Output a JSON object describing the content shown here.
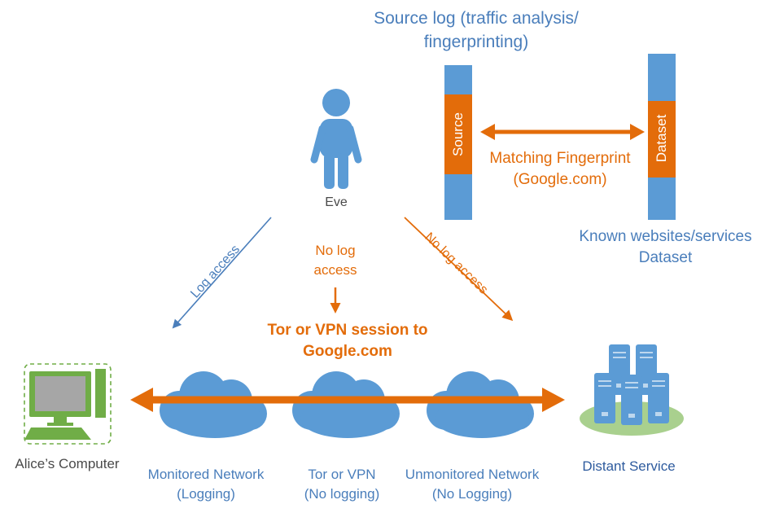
{
  "colors": {
    "shape_blue": "#5B9BD5",
    "text_blue": "#4A7EBB",
    "orange": "#E36C0A",
    "green": "#70AD47",
    "light_green": "#A9D08E",
    "screen_gray": "#A6A6A6",
    "dark_text": "#4A4A4A",
    "white": "#FFFFFF"
  },
  "labels": {
    "title_line1": "Source log (traffic analysis/",
    "title_line2": "fingerprinting)",
    "eve": "Eve",
    "source_bar": "Source",
    "dataset_bar": "Dataset",
    "matching_line1": "Matching Fingerprint",
    "matching_line2": "(Google.com)",
    "known_line1": "Known websites/services",
    "known_line2": "Dataset",
    "log_access": "Log access",
    "no_log_center_line1": "No log",
    "no_log_center_line2": "access",
    "no_log_right": "No log access",
    "session_line1": "Tor or VPN session to",
    "session_line2": "Google.com",
    "alice": "Alice’s Computer",
    "monitored_line1": "Monitored Network",
    "monitored_line2": "(Logging)",
    "tor_line1": "Tor or VPN",
    "tor_line2": "(No logging)",
    "unmonitored_line1": "Unmonitored Network",
    "unmonitored_line2": "(No Logging)",
    "distant": "Distant Service"
  }
}
